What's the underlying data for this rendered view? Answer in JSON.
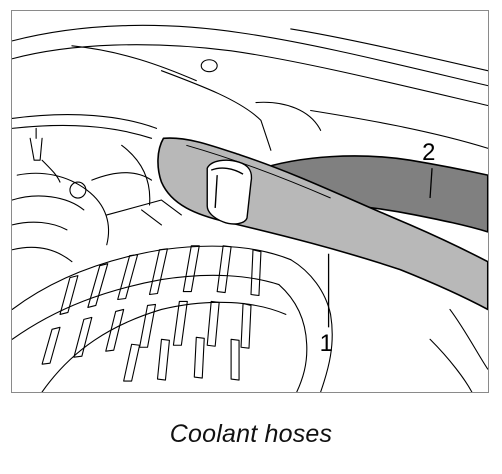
{
  "callouts": {
    "hose_1": "1",
    "hose_2": "2"
  },
  "caption": "Coolant hoses",
  "colors": {
    "hose_1_fill": "#b8b8b8",
    "hose_2_fill": "#808080",
    "line": "#000000",
    "frame": "#8a8a8a"
  },
  "icons": {
    "hose_clip": "hose-clip-icon"
  }
}
